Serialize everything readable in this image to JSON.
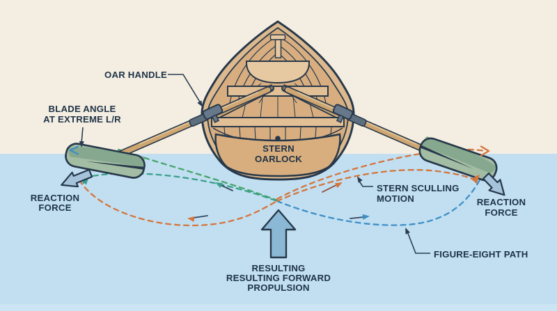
{
  "scene": {
    "labels": {
      "oar_handle": "OAR HANDLE",
      "blade_angle_line1": "BLADE ANGLE",
      "blade_angle_line2": "AT EXTREME L/R",
      "reaction_left_line1": "REACTION",
      "reaction_left_line2": "FORCE",
      "reaction_right_line1": "REACTION",
      "reaction_right_line2": "FORCE",
      "stern_oarlock_line1": "STERN",
      "stern_oarlock_line2": "OARLOCK",
      "stern_sculling_line1": "STERN SCULLING",
      "stern_sculling_line2": "MOTION",
      "figure_eight": "FIGURE-EIGHT PATH",
      "propulsion_line1": "RESULTING",
      "propulsion_line2": "RESULTING FORWARD",
      "propulsion_line3": "PROPULSION"
    },
    "colors": {
      "sky": "#f4eee2",
      "water": "#c1dff1",
      "water_glow": "#d6eaf7",
      "outline": "#27384a",
      "text": "#1e3246",
      "hull": "#dcb98e",
      "hull_interior": "#d8ae80",
      "transom": "#d9ae7e",
      "seat": "#e2bf95",
      "bowl": "#e6c9a1",
      "oar_shaft": "#cfa671",
      "oar_tip": "#e9d2a8",
      "oarlock_gray": "#66788a",
      "sleeve_gray": "#5d6e7e",
      "blade_light": "#a3bda4",
      "blade_dark": "#85a88e",
      "path_blue": "#3e8fc6",
      "path_teal": "#3aa08b",
      "path_green": "#46a469",
      "path_orange": "#d4753c",
      "arrow_shaft_dark": "#33475f",
      "arrow_shaft_red": "#8a4a33",
      "reaction_arrow_fill": "#a5c4db",
      "propulsion_arrow_fill": "#8bb9d5"
    }
  }
}
